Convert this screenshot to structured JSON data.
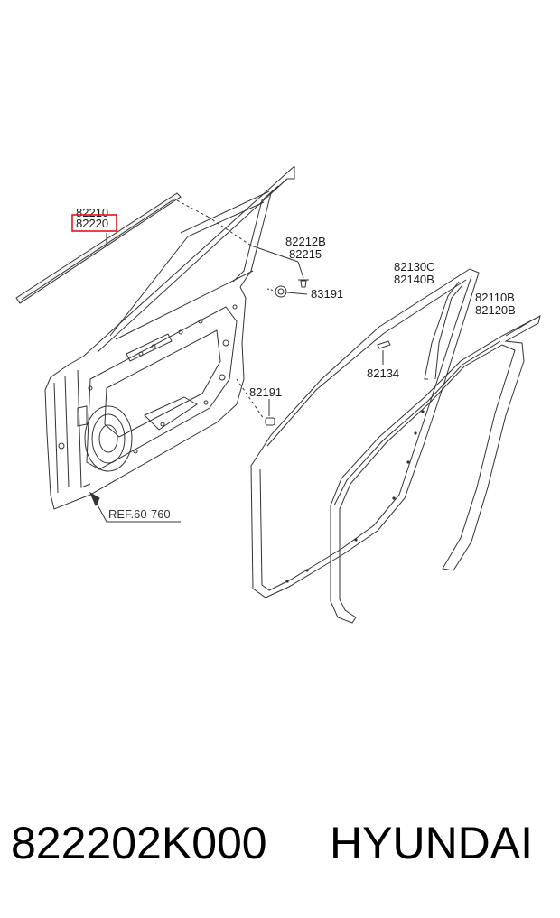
{
  "labels": {
    "p82210": "82210",
    "p82220": "82220",
    "p82212b": "82212B",
    "p82215": "82215",
    "p83191": "83191",
    "p82191": "82191",
    "p82130c": "82130C",
    "p82140b": "82140B",
    "p82110b": "82110B",
    "p82120b": "82120B",
    "p82134": "82134",
    "ref": "REF.60-760"
  },
  "footer": {
    "part_number": "822202K000",
    "brand": "HYUNDAI"
  },
  "colors": {
    "highlight": "#e0141e",
    "line": "#333333"
  }
}
